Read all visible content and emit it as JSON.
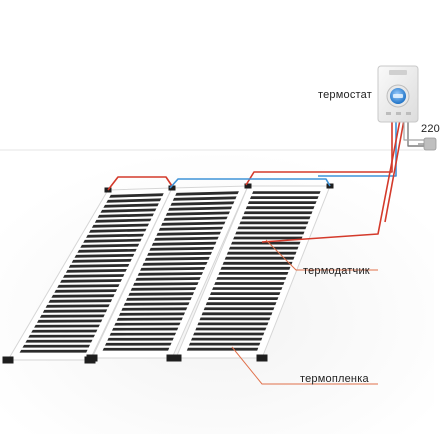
{
  "labels": {
    "thermostat": "термостат",
    "voltage": "220",
    "sensor": "термодатчик",
    "film": "термопленка"
  },
  "colors": {
    "background": "#ffffff",
    "floor_shadow": "#e9e9e9",
    "wall_line": "#e2e2e2",
    "film_stripe": "#2b2b2b",
    "film_gap": "#ffffff",
    "film_frame": "#d6d6d6",
    "film_clip": "#1e1e1e",
    "wire_red": "#d43a2b",
    "wire_blue": "#3f93d8",
    "wire_gray": "#7f7f7f",
    "leader_line": "#e0704a",
    "thermostat_body": "#f2f2f2",
    "thermostat_screen": "#1e72c6"
  },
  "components": {
    "strips": [
      "film-strip-1",
      "film-strip-2",
      "film-strip-3"
    ],
    "thermostat_icon": "thermostat-icon",
    "plug_icon": "power-plug-icon"
  }
}
